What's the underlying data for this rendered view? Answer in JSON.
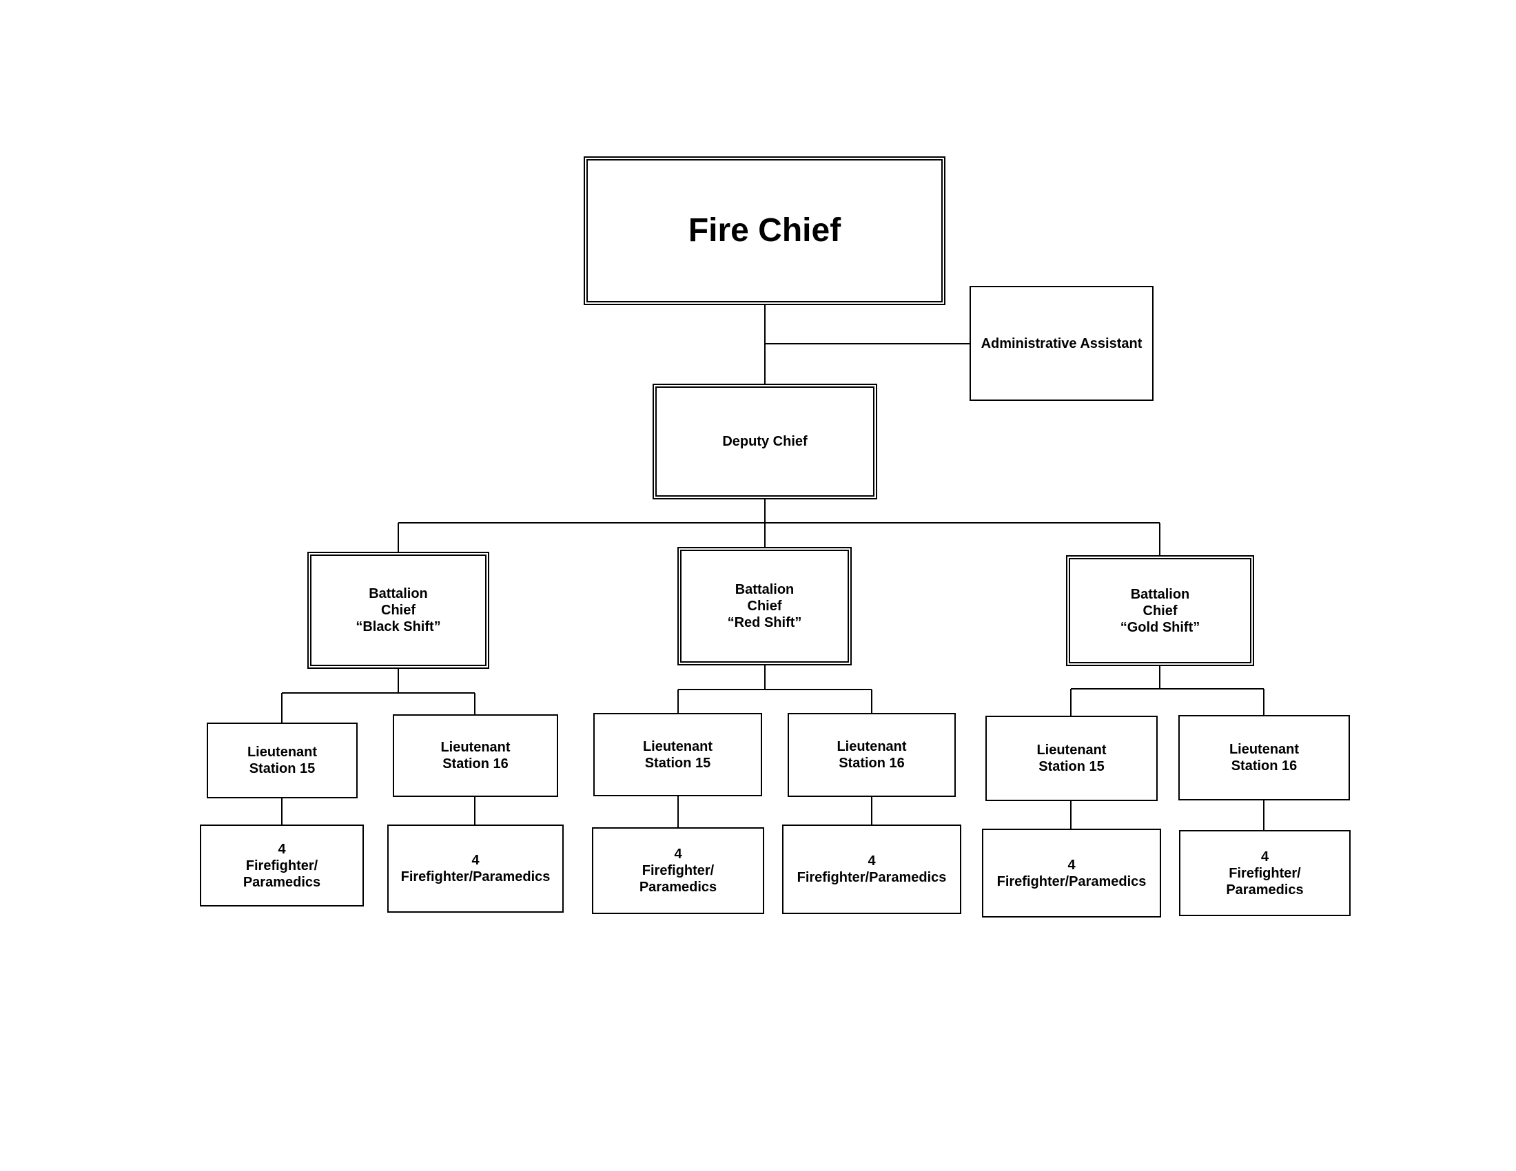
{
  "org_chart": {
    "fire_chief": {
      "title": "Fire Chief"
    },
    "admin_assistant": {
      "title": "Administrative Assistant"
    },
    "deputy_chief": {
      "title": "Deputy Chief"
    },
    "battalions": [
      {
        "lines": [
          "Battalion",
          "Chief",
          "“Black Shift”"
        ]
      },
      {
        "lines": [
          "Battalion",
          "Chief",
          "“Red Shift”"
        ]
      },
      {
        "lines": [
          "Battalion",
          "Chief",
          "“Gold Shift”"
        ]
      }
    ],
    "lieutenants": [
      {
        "lines": [
          "Lieutenant",
          "Station 15"
        ]
      },
      {
        "lines": [
          "Lieutenant",
          "Station 16"
        ]
      },
      {
        "lines": [
          "Lieutenant",
          "Station 15"
        ]
      },
      {
        "lines": [
          "Lieutenant",
          "Station 16"
        ]
      },
      {
        "lines": [
          "Lieutenant",
          "Station 15"
        ]
      },
      {
        "lines": [
          "Lieutenant",
          "Station 16"
        ]
      }
    ],
    "crews": [
      {
        "lines": [
          "4",
          "Firefighter/",
          "Paramedics"
        ]
      },
      {
        "lines": [
          "4",
          "Firefighter/Paramedics"
        ]
      },
      {
        "lines": [
          "4",
          "Firefighter/",
          "Paramedics"
        ]
      },
      {
        "lines": [
          "4",
          "Firefighter/Paramedics"
        ]
      },
      {
        "lines": [
          "4",
          "Firefighter/Paramedics"
        ]
      },
      {
        "lines": [
          "4",
          "Firefighter/",
          "Paramedics"
        ]
      }
    ]
  }
}
